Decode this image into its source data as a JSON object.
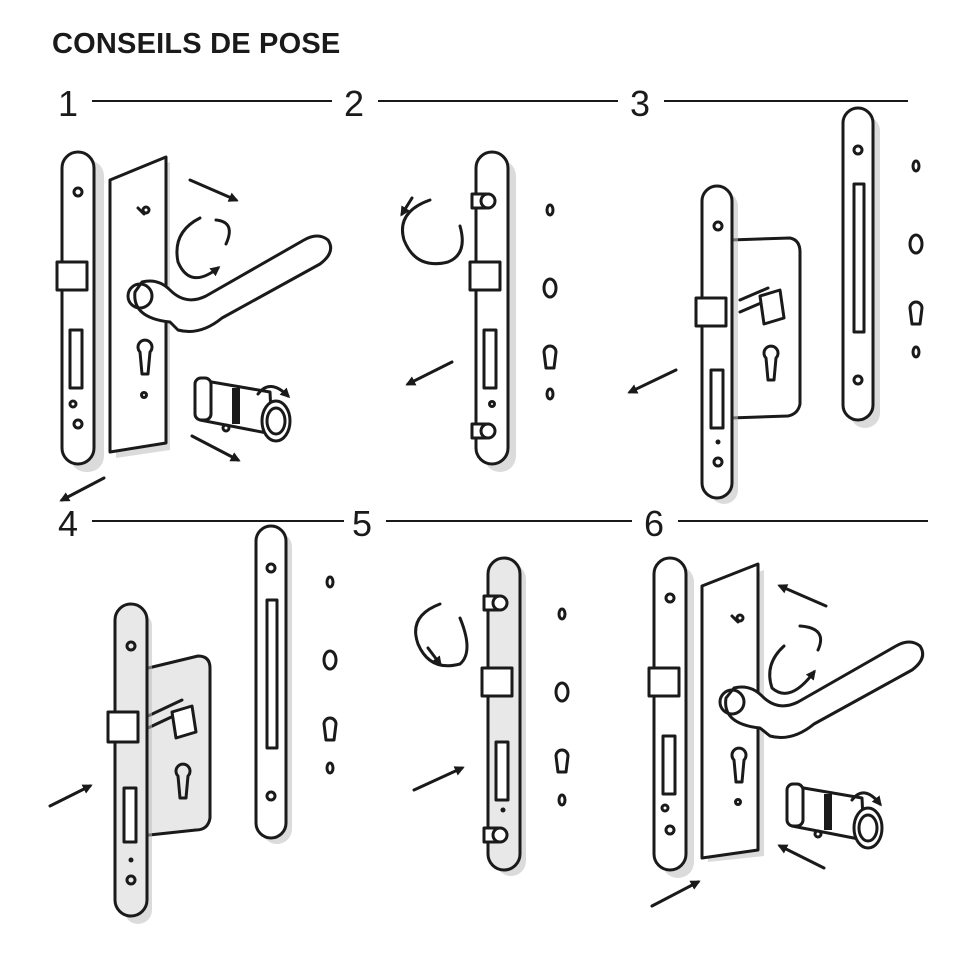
{
  "title": "CONSEILS DE POSE",
  "steps": [
    {
      "number": "1"
    },
    {
      "number": "2"
    },
    {
      "number": "3"
    },
    {
      "number": "4"
    },
    {
      "number": "5"
    },
    {
      "number": "6"
    }
  ],
  "colors": {
    "ink": "#1a1a1a",
    "panel_grey": "#e8e8e8",
    "background": "#ffffff"
  }
}
